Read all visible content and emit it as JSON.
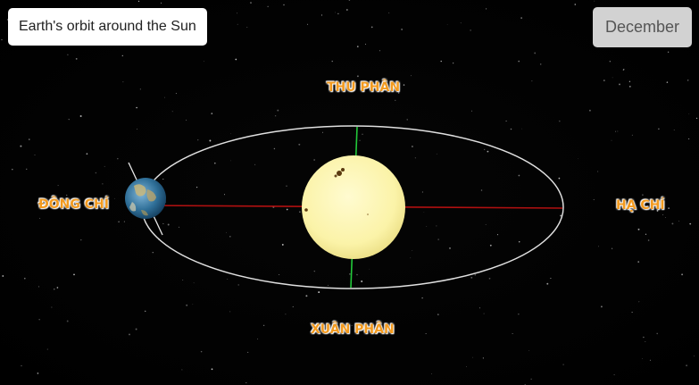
{
  "header": {
    "title": "Earth's orbit around the Sun",
    "month_button": "December"
  },
  "labels": {
    "autumn_equinox": "THU PHÂN",
    "winter_solstice": "ĐÔNG CHÍ",
    "summer_solstice": "HẠ CHÍ",
    "spring_equinox": "XUÂN PHÂN"
  },
  "colors": {
    "label_orange": "#f39a1e",
    "orbit": "#e0e0e0",
    "solstice_axis": "#b01010",
    "equinox_axis": "#22c93a",
    "sun": "#fbf3a8"
  }
}
